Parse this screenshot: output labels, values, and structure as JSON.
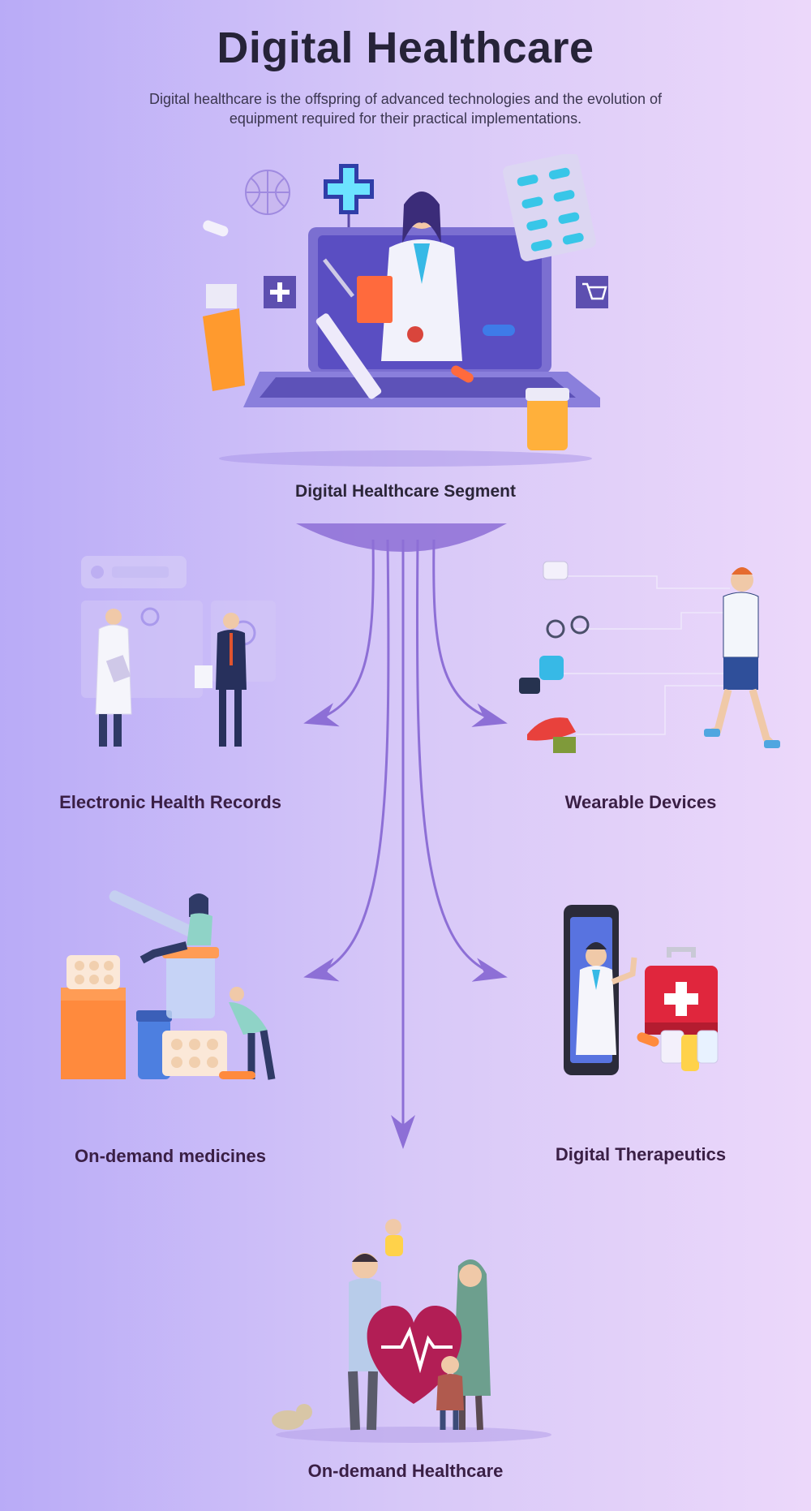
{
  "header": {
    "title": "Digital Healthcare",
    "subtitle": "Digital healthcare is the offspring of advanced technologies and the evolution of equipment required for their practical implementations."
  },
  "segment": {
    "label": "Digital Healthcare Segment"
  },
  "branches": {
    "ehr": "Electronic Health Records",
    "wearables": "Wearable Devices",
    "medicines": "On-demand medicines",
    "therapeutics": "Digital Therapeutics",
    "healthcare": "On-demand Healthcare"
  },
  "colors": {
    "background_left": "#b9abf7",
    "background_right": "#ecd8fa",
    "title": "#262338",
    "label": "#3a1f45",
    "connector": "#8d6fd6"
  },
  "icons": [
    "laptop-doctor-illustration",
    "medical-cross-icon",
    "pill-pack-icon",
    "cart-icon",
    "syringe-icon",
    "heart-pulse-icon"
  ]
}
